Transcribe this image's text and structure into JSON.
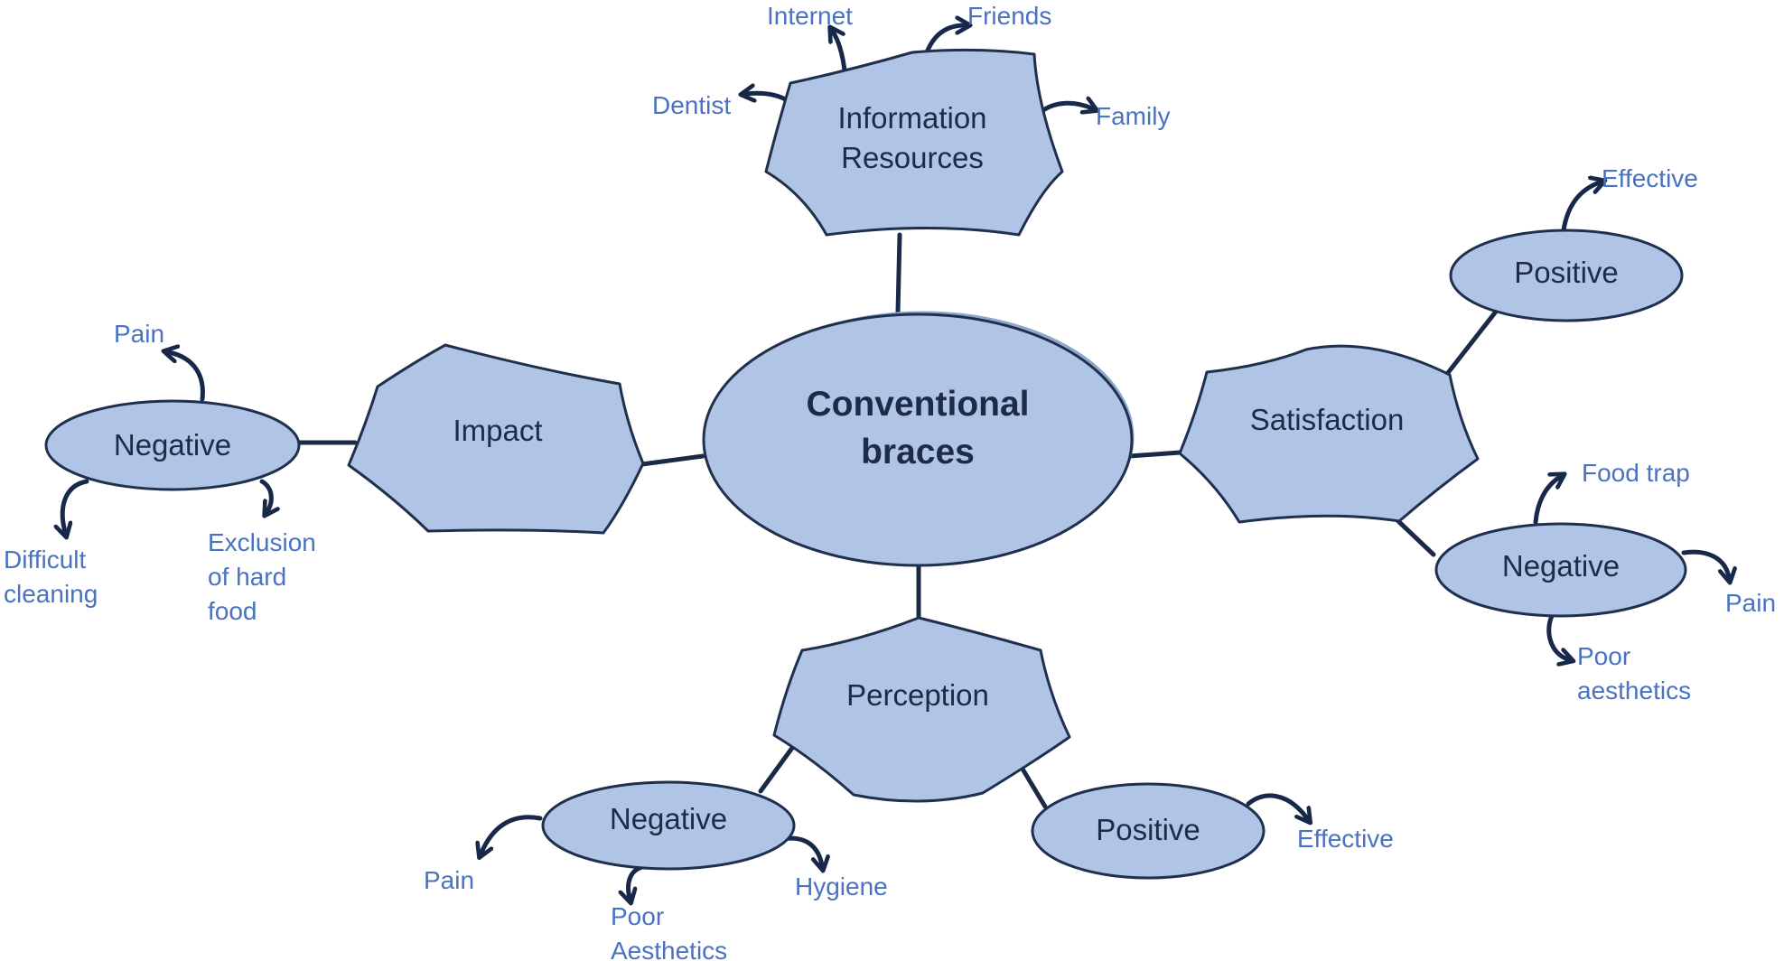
{
  "diagram": {
    "central": {
      "line1": "Conventional",
      "line2": "braces"
    },
    "information": {
      "line1": "Information",
      "line2": "Resources",
      "leaves": {
        "internet": "Internet",
        "friends": "Friends",
        "dentist": "Dentist",
        "family": "Family"
      }
    },
    "impact": {
      "label": "Impact",
      "negative": {
        "label": "Negative",
        "leaves": {
          "pain": "Pain",
          "difficult_1": "Difficult",
          "difficult_2": "cleaning",
          "exclusion_1": "Exclusion",
          "exclusion_2": "of hard",
          "exclusion_3": "food"
        }
      }
    },
    "satisfaction": {
      "label": "Satisfaction",
      "positive": {
        "label": "Positive",
        "leaves": {
          "effective": "Effective"
        }
      },
      "negative": {
        "label": "Negative",
        "leaves": {
          "food_trap": "Food trap",
          "pain": "Pain",
          "poor_1": "Poor",
          "poor_2": "aesthetics"
        }
      }
    },
    "perception": {
      "label": "Perception",
      "negative": {
        "label": "Negative",
        "leaves": {
          "pain": "Pain",
          "poor_1": "Poor",
          "poor_2": "Aesthetics",
          "hygiene": "Hygiene"
        }
      },
      "positive": {
        "label": "Positive",
        "leaves": {
          "effective": "Effective"
        }
      }
    }
  },
  "colors": {
    "node_fill": "#b0c4e6",
    "node_stroke": "#1f2f4d",
    "node_text": "#1d2b47",
    "leaf_text": "#4a72c0"
  }
}
